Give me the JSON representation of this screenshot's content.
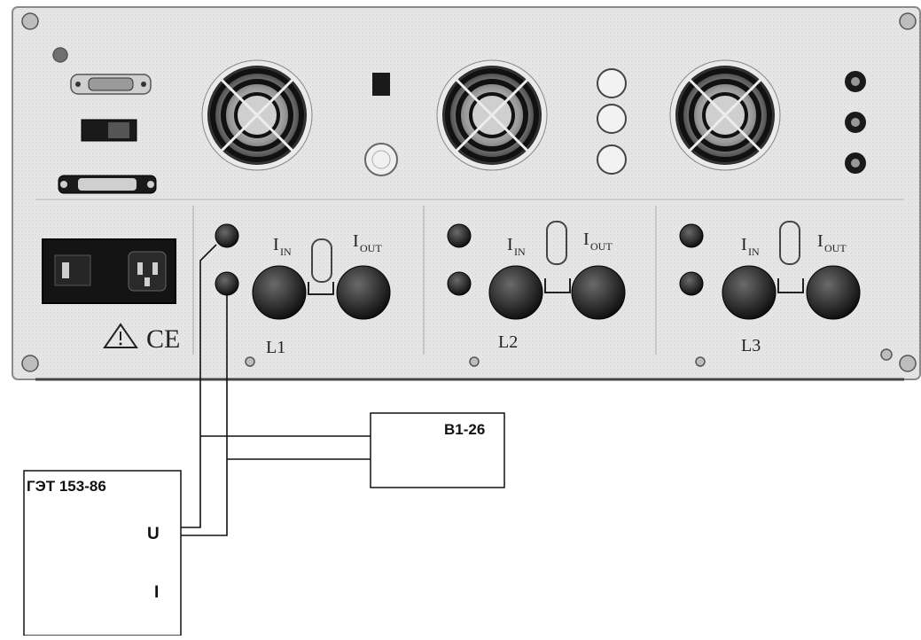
{
  "boxes": {
    "standard": {
      "title": "ГЭТ 153-86",
      "terminal_u": "U",
      "terminal_i": "I"
    },
    "voltmeter": {
      "title": "В1-26"
    }
  },
  "panel": {
    "channels": [
      {
        "label": "L1",
        "input_label": "I",
        "input_sub": "IN",
        "output_label": "I",
        "output_sub": "OUT"
      },
      {
        "label": "L2",
        "input_label": "I",
        "input_sub": "IN",
        "output_label": "I",
        "output_sub": "OUT"
      },
      {
        "label": "L3",
        "input_label": "I",
        "input_sub": "IN",
        "output_label": "I",
        "output_sub": "OUT"
      }
    ],
    "ce_mark": "CE"
  }
}
